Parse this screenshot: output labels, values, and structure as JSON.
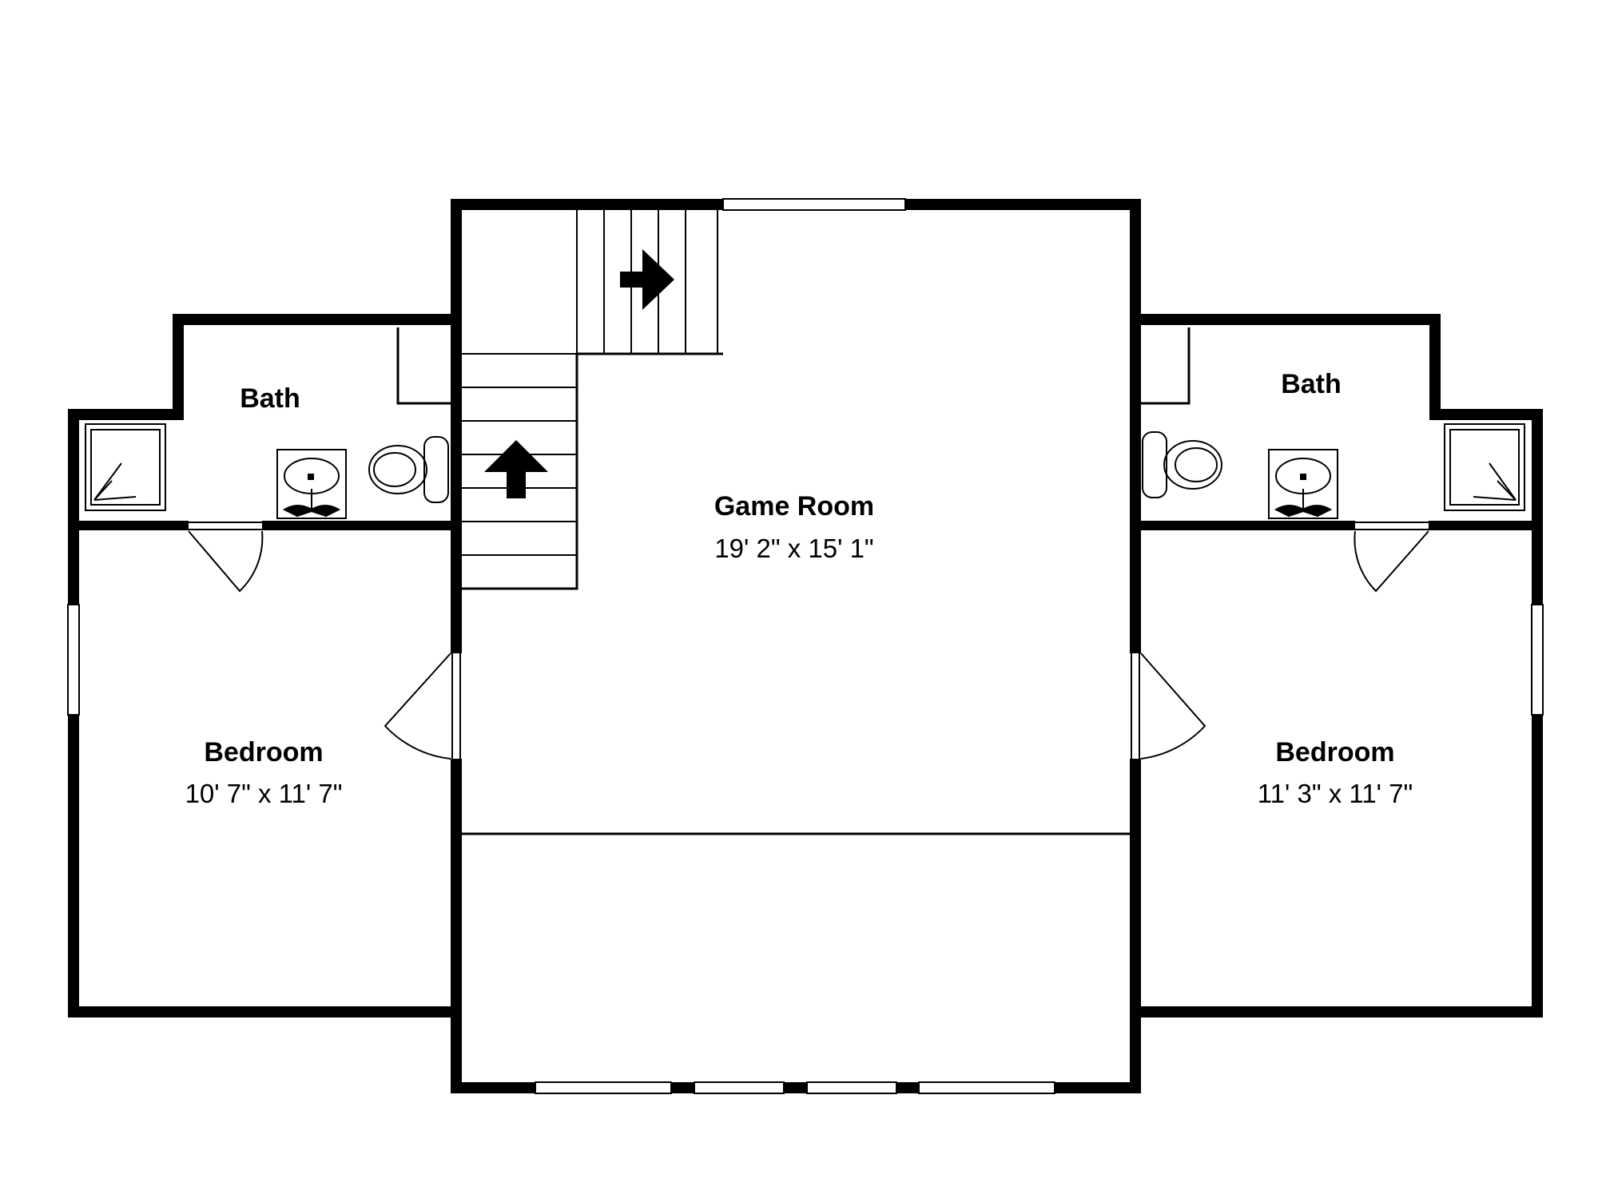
{
  "rooms": {
    "game_room": {
      "name": "Game Room",
      "dimensions": "19' 2\" x 15' 1\""
    },
    "bath_left": {
      "name": "Bath"
    },
    "bath_right": {
      "name": "Bath"
    },
    "bedroom_left": {
      "name": "Bedroom",
      "dimensions": "10' 7\" x 11' 7\""
    },
    "bedroom_right": {
      "name": "Bedroom",
      "dimensions": "11' 3\" x 11' 7\""
    }
  },
  "colors": {
    "wall": "#000000",
    "background": "#ffffff"
  },
  "icons": {
    "stair_arrow_up": "arrow-up-icon",
    "stair_arrow_right": "arrow-right-icon",
    "toilet": "toilet-icon",
    "sink": "sink-icon",
    "shower": "shower-icon"
  }
}
